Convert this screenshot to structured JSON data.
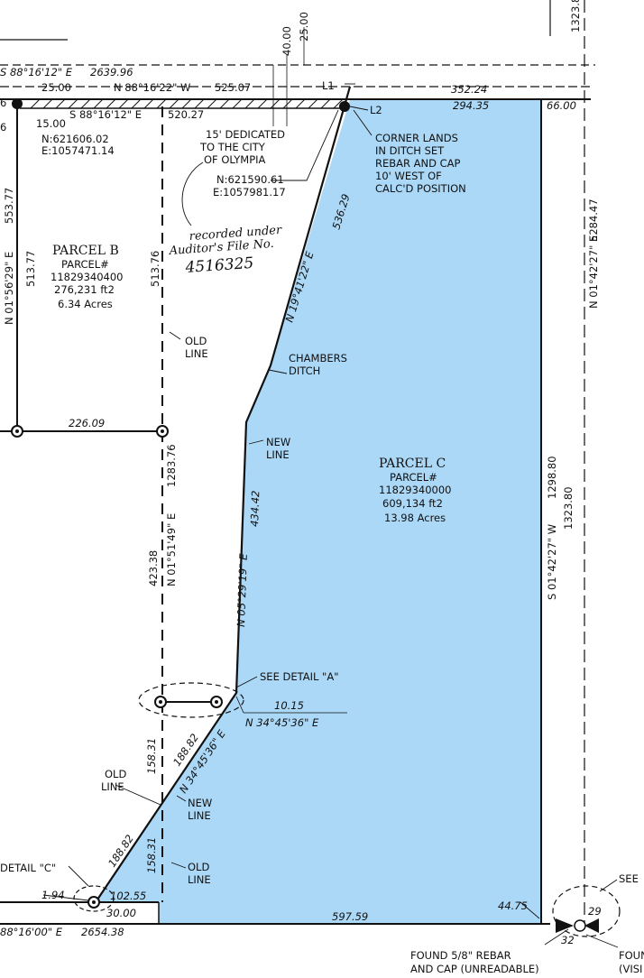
{
  "colors": {
    "parcel_fill": "#abd8f7",
    "ink": "#111111",
    "background": "#ffffff"
  },
  "top": {
    "bearing_left": "S 88°16'12\" E",
    "bearing_left_dist": "2639.96",
    "offset_40": "40.00",
    "offset_25": "25.00",
    "right_vertical": "1323.8",
    "seg_25": "25.00",
    "bearing_n_dir": "N 88°16'22\" W",
    "bearing_n_dist": "525.07",
    "l1": "L1",
    "dist_352": "352.24",
    "dist_15": "15.00",
    "bearing_s_dir": "S 88°16'12\" E",
    "bearing_s_dist": "520.27",
    "l2": "L2",
    "dist_294": "294.35",
    "dist_66": "66.00",
    "edge_6": "6",
    "edge_6b": "6"
  },
  "coords": {
    "nw_n": "N:621606.02",
    "nw_e": "E:1057471.14",
    "corner_n": "N:621590.61",
    "corner_e": "E:1057981.17"
  },
  "dedicated": [
    "15' DEDICATED",
    "TO THE CITY",
    "OF OLYMPIA"
  ],
  "corner_note": [
    "CORNER LANDS",
    "IN DITCH SET",
    "REBAR AND CAP",
    "10' WEST OF",
    "CALC'D POSITION"
  ],
  "handwriting": [
    "recorded under",
    "Auditor's File No.",
    "4516325"
  ],
  "parcel_b": {
    "title": "PARCEL B",
    "num_label": "PARCEL#",
    "num": "11829340400",
    "area": "276,231 ft2",
    "acres": "6.34 Acres",
    "west_dist": "553.77",
    "west_bearing": "N 01°56'29\" E",
    "inner_dist": "513.77",
    "east_dist": "513.76",
    "south_dist": "226.09"
  },
  "parcel_c": {
    "title": "PARCEL C",
    "num_label": "PARCEL#",
    "num": "11829340000",
    "area": "609,134 ft2",
    "acres": "13.98 Acres",
    "east_bearing": "S 01°42'27\" W",
    "east_dist": "1298.80",
    "east_total": "1323.80",
    "far_bearing": "N 01°42'27\" E",
    "far_dist": "5284.47"
  },
  "ditch": {
    "upper_bearing": "N 19°41'22\" E",
    "upper_dist": "536.29",
    "label": [
      "CHAMBERS",
      "DITCH"
    ],
    "lower_bearing": "N 05°29'19\" E",
    "lower_dist": "434.42"
  },
  "notes": {
    "old_line": [
      "OLD",
      "LINE"
    ],
    "new_line": [
      "NEW",
      "LINE"
    ],
    "see_detail_a": "SEE DETAIL \"A\"",
    "detail_c": "DETAIL \"C\"",
    "see_partial": "SEE",
    "found_left": [
      "FOUND 5/8\" REBAR",
      "AND CAP (UNREADABLE)"
    ],
    "found_right": [
      "FOUN",
      "(VISI"
    ]
  },
  "middle": {
    "center_bearing": "N 01°51'49\" E",
    "center_dist": "1283.76",
    "dist_423": "423.38",
    "dist_10": "10.15",
    "bearing_34": "N 34°45'36\" E",
    "diag_bearing": "N 34°45'36\" E",
    "diag_dist": "188.82",
    "diag_dist2": "188.82",
    "dist_158a": "158.31",
    "dist_158b": "158.31"
  },
  "bottom": {
    "dist_194": "1.94",
    "dist_102": "102.55",
    "dist_30": "30.00",
    "bearing": "88°16'00\" E",
    "bearing_dist": "2654.38",
    "south_dist": "597.59",
    "dist_44": "44.75",
    "circ_29": "29",
    "circ_32": "32"
  }
}
